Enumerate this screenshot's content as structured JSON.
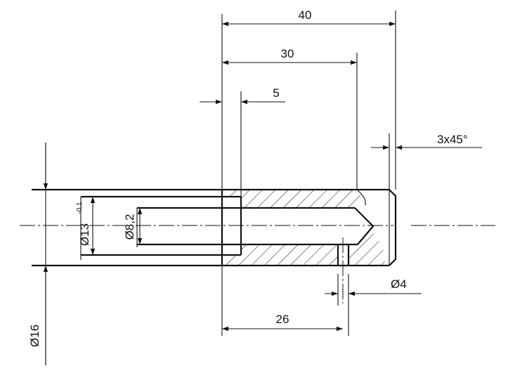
{
  "dimensions": {
    "overall_length": "40",
    "hole_depth": "30",
    "counterbore_depth": "5",
    "chamfer": "3x45°",
    "cross_hole_diameter": "Ø4",
    "cross_hole_position": "26",
    "outer_diameter": "Ø16",
    "counterbore_diameter": "Ø13",
    "counterbore_tolerance": "-0,1",
    "bore_diameter": "Ø8,2"
  }
}
